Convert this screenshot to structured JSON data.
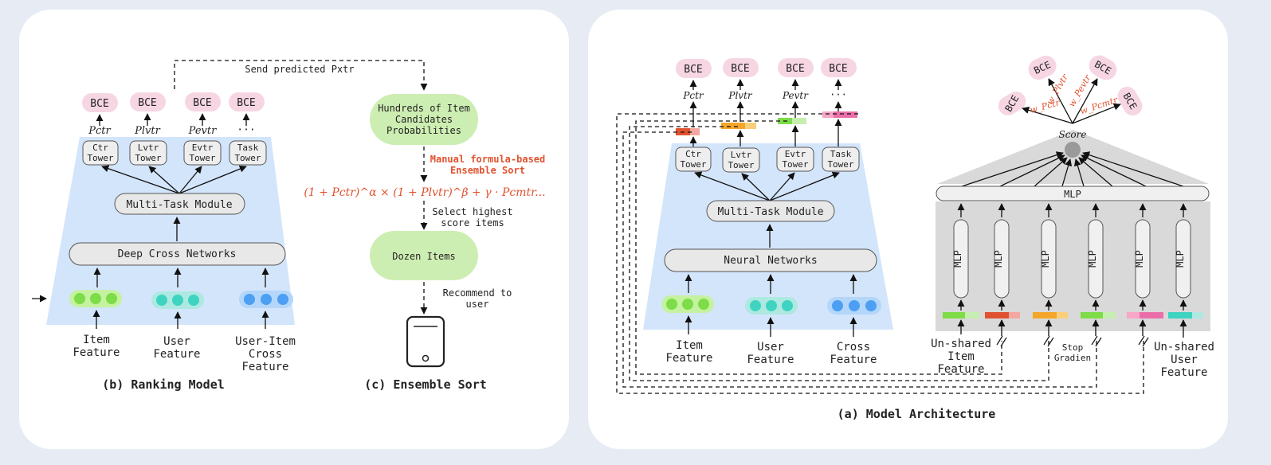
{
  "colors": {
    "bce_fill": "#f7d6e3",
    "blue_panel": "#d3e5fb",
    "gray_panel": "#d9d9d9",
    "red_text": "#e0522f",
    "green_node": "#cdeeb2",
    "green_dot": "#7ddc48",
    "teal_dot": "#3fd3c1",
    "blue_dot": "#4c9ff2"
  },
  "ranking_model": {
    "caption": "(b) Ranking Model",
    "bce": [
      "BCE",
      "BCE",
      "BCE",
      "BCE"
    ],
    "probs": [
      "Pctr",
      "Plvtr",
      "Pevtr",
      "···"
    ],
    "towers": [
      [
        "Ctr",
        "Tower"
      ],
      [
        "Lvtr",
        "Tower"
      ],
      [
        "Evtr",
        "Tower"
      ],
      [
        "Task",
        "Tower"
      ]
    ],
    "multi_task": "Multi-Task Module",
    "deep_cross": "Deep Cross Networks",
    "features": [
      [
        "Item",
        "Feature"
      ],
      [
        "User",
        "Feature"
      ],
      [
        "User-Item",
        "Cross",
        "Feature"
      ]
    ]
  },
  "ensemble_sort": {
    "caption": "(c) Ensemble Sort",
    "send_label": "Send predicted Pxtr",
    "candidates": [
      "Hundreds of Item",
      "Candidates",
      "Probabilities"
    ],
    "manual_label": [
      "Manual formula-based",
      "Ensemble Sort"
    ],
    "formula": "(1 + Pctr)^α × (1 + Plvtr)^β + γ · Pcmtr...",
    "select_label": [
      "Select highest",
      "score items"
    ],
    "dozen": "Dozen Items",
    "recommend_label": [
      "Recommend to",
      "user"
    ],
    "phone_icon": "smartphone-icon"
  },
  "model_architecture": {
    "caption": "(a) Model Architecture",
    "bce": [
      "BCE",
      "BCE",
      "BCE",
      "BCE"
    ],
    "probs": [
      "Pctr",
      "Plvtr",
      "Pevtr",
      "···"
    ],
    "towers": [
      [
        "Ctr",
        "Tower"
      ],
      [
        "Lvtr",
        "Tower"
      ],
      [
        "Evtr",
        "Tower"
      ],
      [
        "Task",
        "Tower"
      ]
    ],
    "multi_task": "Multi-Task Module",
    "neural_networks": "Neural Networks",
    "features": [
      [
        "Item",
        "Feature"
      ],
      [
        "User",
        "Feature"
      ],
      [
        "Cross",
        "Feature"
      ]
    ],
    "score": "Score",
    "mlp_top": "MLP",
    "mlp_cols": [
      "MLP",
      "MLP",
      "MLP",
      "MLP",
      "MLP",
      "MLP"
    ],
    "right_bce": [
      "BCE",
      "BCE",
      "BCE",
      "BCE"
    ],
    "weights": [
      "w_Pctr",
      "w_Plvtr",
      "w_Pevtr",
      "w_Pcmtr"
    ],
    "unshared_item": [
      "Un-shared",
      "Item",
      "Feature"
    ],
    "stop_gradient": [
      "Stop",
      "Gradien"
    ],
    "unshared_user": [
      "Un-shared",
      "User",
      "Feature"
    ]
  }
}
